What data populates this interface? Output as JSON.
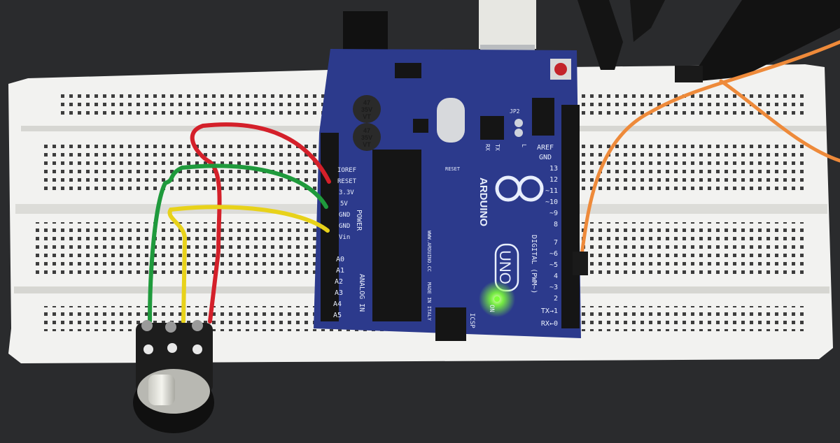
{
  "board": {
    "brand": "ARDUINO",
    "model": "UNO",
    "website": "WWW.ARDUINO.CC",
    "made_in": "MADE IN ITALY",
    "power_header": "POWER",
    "analog_header": "ANALOG IN",
    "digital_header": "DIGITAL (PWM~)",
    "power_pins": [
      "IOREF",
      "RESET",
      "3.3V",
      "5V",
      "GND",
      "GND",
      "Vin"
    ],
    "analog_pins": [
      "A0",
      "A1",
      "A2",
      "A3",
      "A4",
      "A5"
    ],
    "digital_pins": [
      "13",
      "12",
      "~11",
      "~10",
      "~9",
      "8",
      "7",
      "~6",
      "~5",
      "4",
      "~3",
      "2",
      "TX→1",
      "RX←0"
    ],
    "top_labels": {
      "aref": "AREF",
      "gnd": "GND",
      "tx": "TX",
      "rx": "RX",
      "l": "L",
      "jp2": "JP2",
      "on": "ON",
      "icsp": "ICSP",
      "reset": "RESET"
    },
    "capacitor_labels": [
      "47",
      "35V",
      "VT"
    ]
  },
  "colors": {
    "background": "#2a2b2d",
    "breadboard": "#f2f2f0",
    "board": "#2c3a8c",
    "wire_red": "#d4202a",
    "wire_green": "#1f9a3c",
    "wire_yellow": "#e8d21a",
    "wire_orange": "#ee8a3a",
    "led_on": "#7dff3a"
  }
}
